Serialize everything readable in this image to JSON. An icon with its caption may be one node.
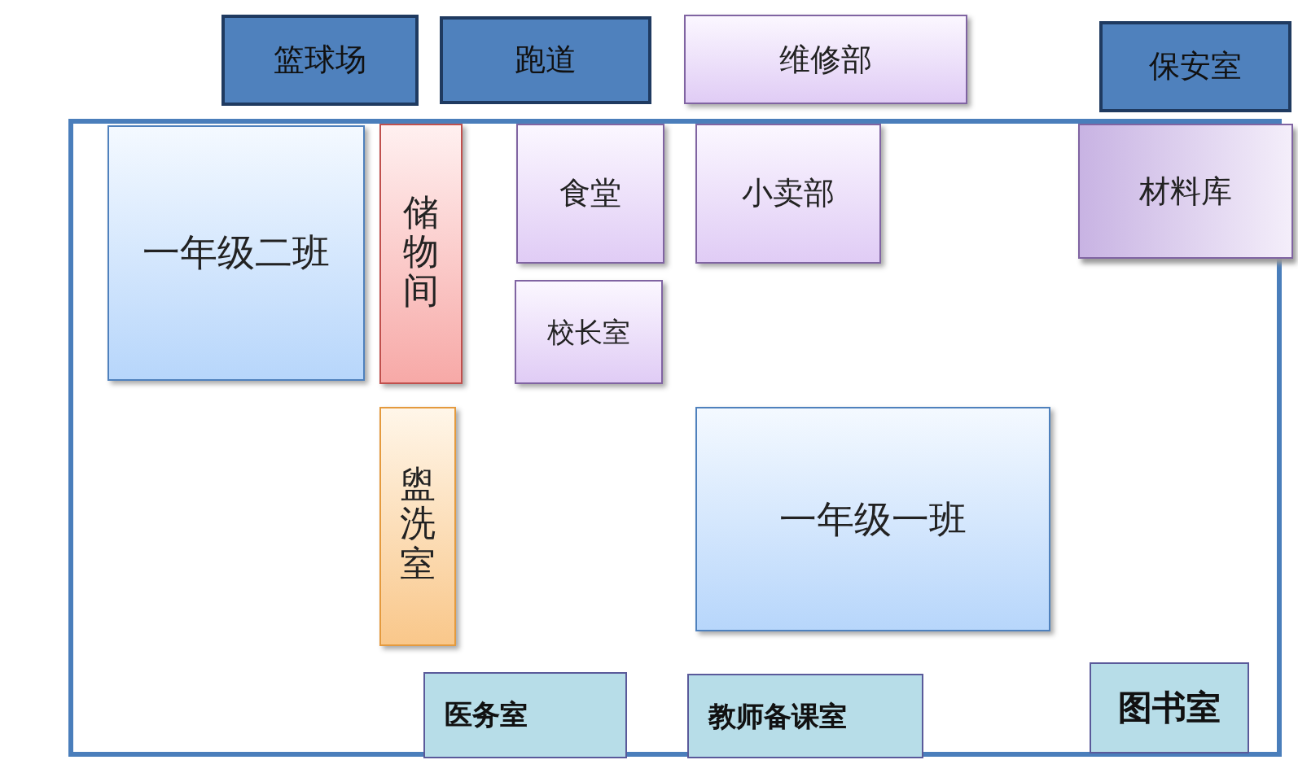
{
  "diagram": {
    "nodes": [
      {
        "text": [],
        "shape": "box"
      },
      {
        "text": [
          "篮球场"
        ]
      },
      {
        "text": [
          "跑道"
        ]
      },
      {
        "text": [
          "维修部"
        ]
      },
      {
        "text": [
          "保安室"
        ]
      },
      {
        "text": [
          "一年级二班"
        ],
        "in": 0
      },
      {
        "text": [
          "储物间"
        ],
        "in": 0
      },
      {
        "text": [
          "食堂"
        ],
        "in": 0
      },
      {
        "text": [
          "小卖部"
        ],
        "in": 0
      },
      {
        "text": [
          "材料库"
        ],
        "in": 0
      },
      {
        "text": [
          "校长室"
        ],
        "in": 0
      },
      {
        "text": [
          "盥洗室"
        ],
        "in": 0
      },
      {
        "text": [
          "一年级一班"
        ],
        "in": 0
      },
      {
        "text": [
          "医务室"
        ],
        "in": 0
      },
      {
        "text": [
          "教师备课室"
        ],
        "in": 0
      },
      {
        "text": [
          "图书室"
        ],
        "in": 0
      }
    ]
  }
}
